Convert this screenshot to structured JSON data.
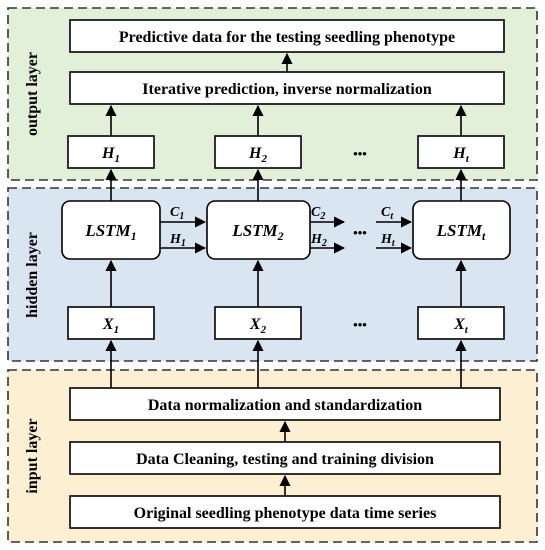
{
  "layers": {
    "output": {
      "label": "output layer",
      "fill": "#e2efd9"
    },
    "hidden": {
      "label": "hidden layer",
      "fill": "#dae5f2"
    },
    "input": {
      "label": "input layer",
      "fill": "#fdf0d2"
    }
  },
  "output": {
    "predictive": "Predictive data for the testing seedling phenotype",
    "iterative": "Iterative prediction, inverse normalization",
    "h_nodes": [
      {
        "base": "H",
        "sub": "1"
      },
      {
        "base": "H",
        "sub": "2"
      },
      {
        "base": "H",
        "sub": "t"
      }
    ]
  },
  "hidden": {
    "lstm": [
      {
        "base": "LSTM",
        "sub": "1"
      },
      {
        "base": "LSTM",
        "sub": "2"
      },
      {
        "base": "LSTM",
        "sub": "t"
      }
    ],
    "x_nodes": [
      {
        "base": "X",
        "sub": "1"
      },
      {
        "base": "X",
        "sub": "2"
      },
      {
        "base": "X",
        "sub": "t"
      }
    ],
    "state_labels": [
      {
        "base": "C",
        "sub": "1"
      },
      {
        "base": "H",
        "sub": "1"
      },
      {
        "base": "C",
        "sub": "2"
      },
      {
        "base": "H",
        "sub": "2"
      },
      {
        "base": "C",
        "sub": "t"
      },
      {
        "base": "H",
        "sub": "t"
      }
    ]
  },
  "ellipsis": "•••",
  "input": {
    "normalization": "Data normalization and standardization",
    "cleaning": "Data Cleaning, testing and training division",
    "original": "Original seedling phenotype data time series"
  }
}
